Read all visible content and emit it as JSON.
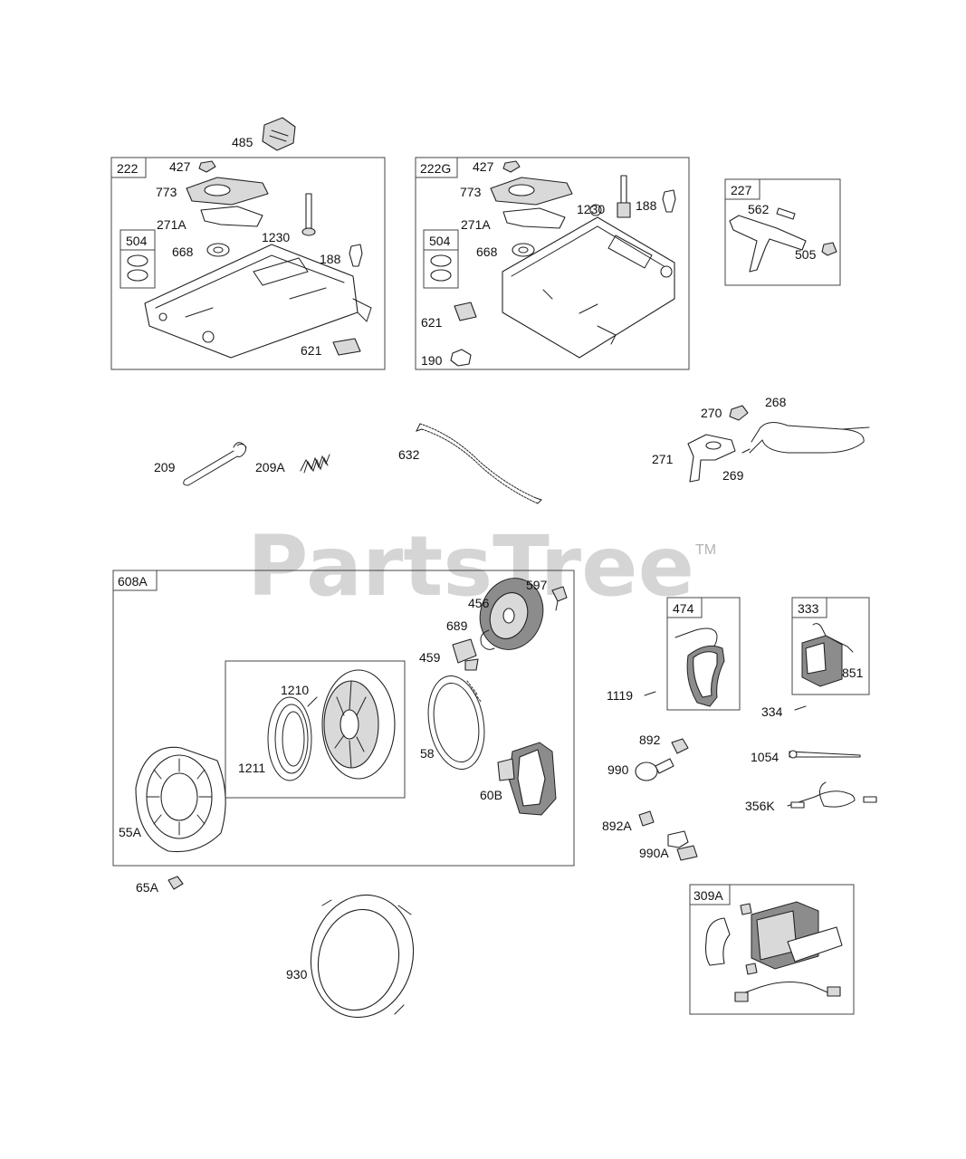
{
  "watermark": {
    "brand": "PartsTree",
    "trademark": "TM"
  },
  "group_labels": {
    "g222": "222",
    "g504a": "504",
    "g222G": "222G",
    "g504b": "504",
    "g227": "227",
    "g608A": "608A",
    "g474": "474",
    "g333": "333",
    "g309A": "309A"
  },
  "part_labels": {
    "p485": "485",
    "a427": "427",
    "a773": "773",
    "a271A": "271A",
    "a1230": "1230",
    "a668": "668",
    "a188": "188",
    "a621": "621",
    "b427": "427",
    "b773": "773",
    "b271A": "271A",
    "b1230": "1230",
    "b668": "668",
    "b188": "188",
    "b621": "621",
    "b190": "190",
    "p562": "562",
    "p505": "505",
    "p209": "209",
    "p209A": "209A",
    "p632": "632",
    "p270": "270",
    "p268": "268",
    "p271": "271",
    "p269": "269",
    "p597": "597",
    "p456": "456",
    "p689": "689",
    "p459": "459",
    "p1210": "1210",
    "p1211": "1211",
    "p58": "58",
    "p60B": "60B",
    "p55A": "55A",
    "p1119": "1119",
    "p851": "851",
    "p334": "334",
    "p892": "892",
    "p990": "990",
    "p1054": "1054",
    "p356K": "356K",
    "p892A": "892A",
    "p990A": "990A",
    "p65A": "65A",
    "p930": "930"
  }
}
